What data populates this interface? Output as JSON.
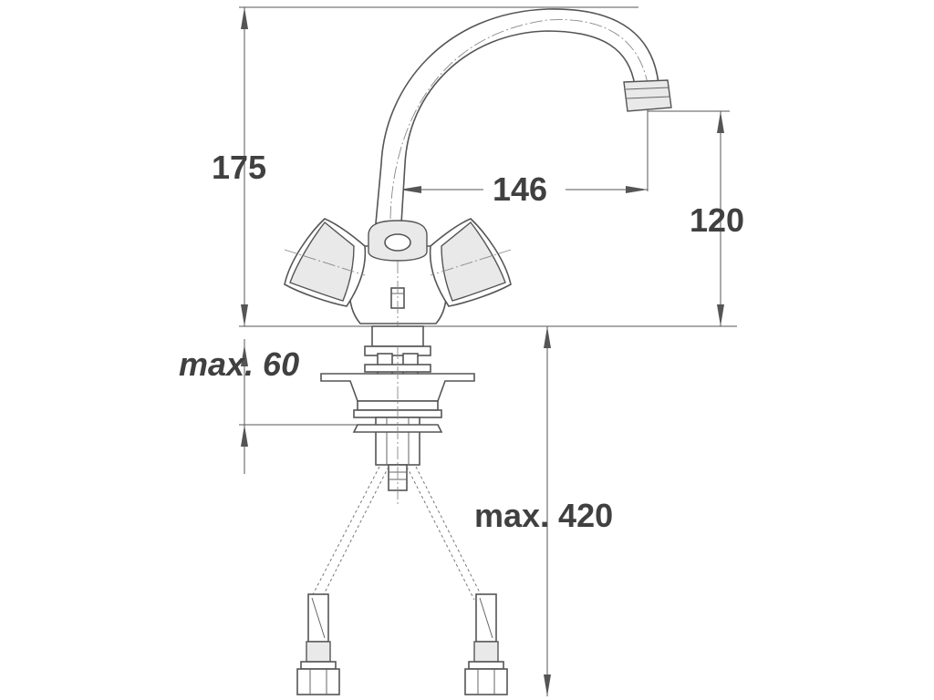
{
  "dimensions": {
    "total_height": "175",
    "spout_reach": "146",
    "spout_height": "120",
    "max_mounting_thickness": "max. 60",
    "max_hose_length": "max. 420"
  }
}
